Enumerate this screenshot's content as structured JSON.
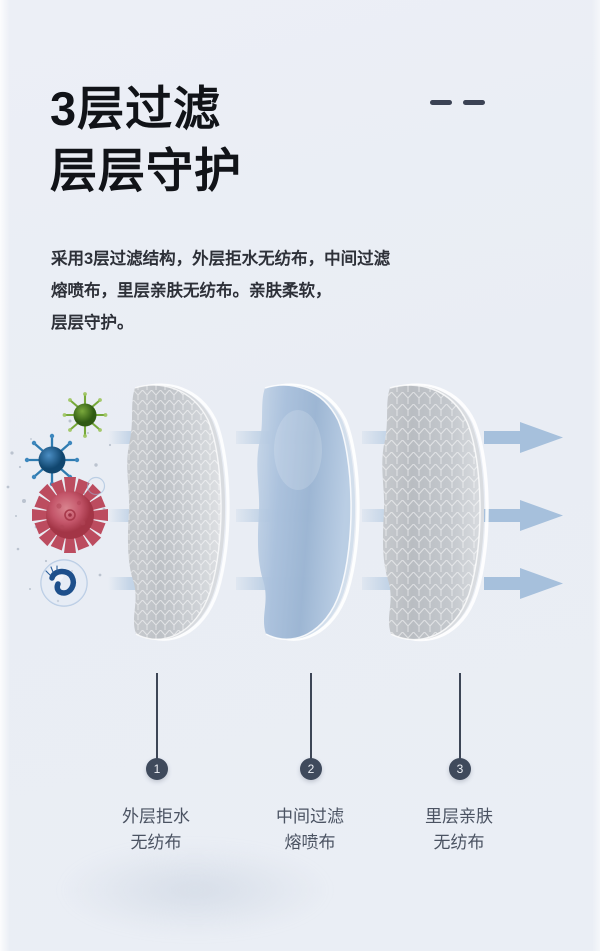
{
  "page": {
    "background_color": "#eaeef5",
    "accent_color": "#3f4a5c",
    "arrow_color": "#a8c2dd"
  },
  "heading": {
    "line1": "3层过滤",
    "line2": "层层守护",
    "decoration": "double-dash"
  },
  "description": {
    "line1": "采用3层过滤结构，外层拒水无纺布，中间过滤",
    "line2": "熔喷布，里层亲肤无纺布。亲肤柔软，",
    "line3": "层层守护。"
  },
  "diagram": {
    "layers": [
      {
        "index": "1",
        "material": "non-woven-outer",
        "caption_line1": "外层拒水",
        "caption_line2": "无纺布",
        "color": "#b9bcc0"
      },
      {
        "index": "2",
        "material": "meltblown-filter",
        "caption_line1": "中间过滤",
        "caption_line2": "熔喷布",
        "color": "#9ab5d4"
      },
      {
        "index": "3",
        "material": "non-woven-inner",
        "caption_line1": "里层亲肤",
        "caption_line2": "无纺布",
        "color": "#b9bcc0"
      }
    ],
    "germs": [
      {
        "name": "green-virus",
        "color": "#4a7a1f"
      },
      {
        "name": "blue-virus",
        "color": "#1d5b8f"
      },
      {
        "name": "red-coronavirus",
        "color": "#c1495a"
      },
      {
        "name": "blue-bacterium-in-bubble",
        "color": "#1f4f8a"
      }
    ],
    "airflow_arrows": 3
  }
}
